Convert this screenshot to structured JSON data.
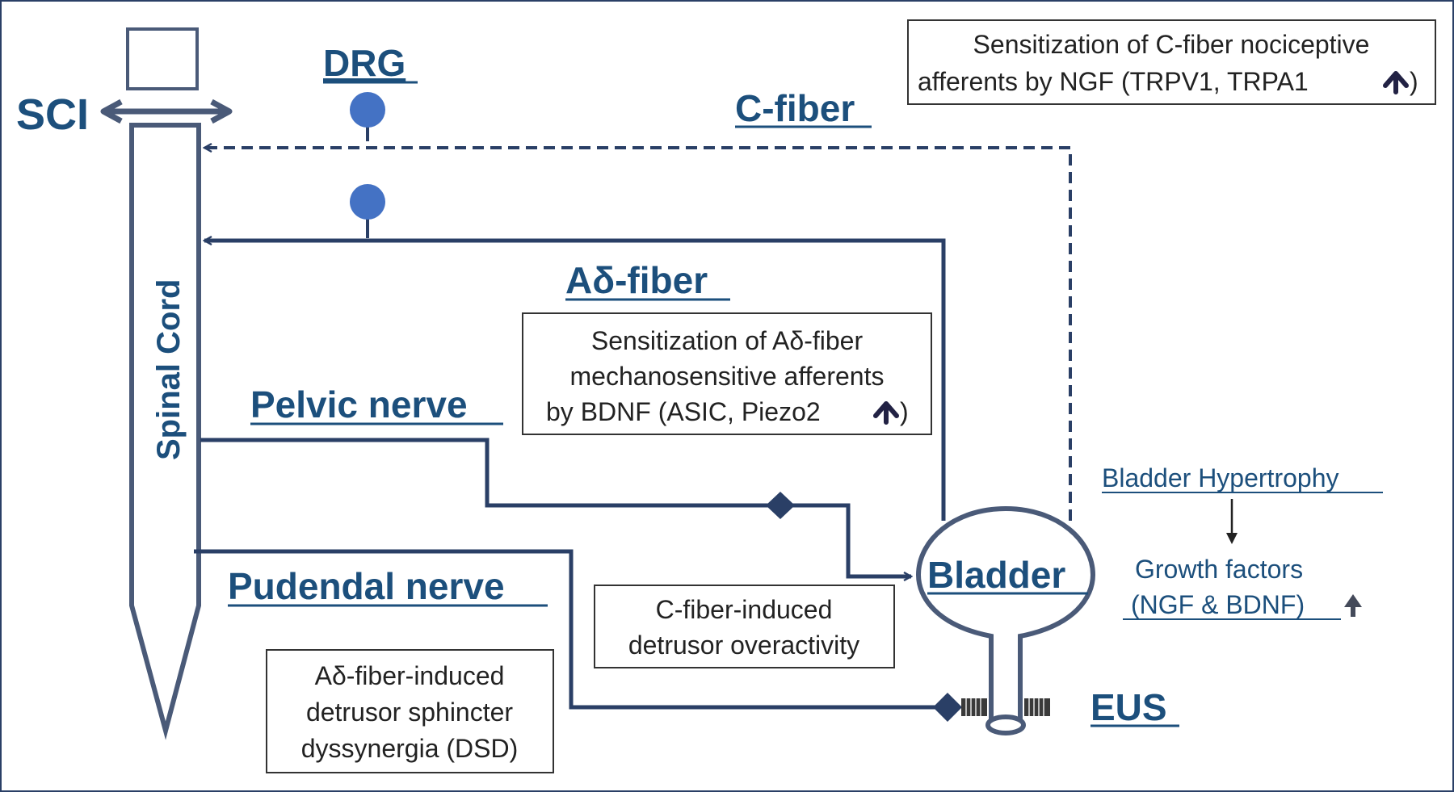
{
  "labels": {
    "sci": "SCI",
    "drg": "DRG",
    "c_fiber": "C-fiber",
    "ad_fiber": "Aδ-fiber",
    "pelvic_nerve": "Pelvic nerve",
    "pudendal_nerve": "Pudendal nerve",
    "bladder": "Bladder",
    "eus": "EUS",
    "spinal_cord": "Spinal Cord"
  },
  "boxes": {
    "c_fiber_sensitization": {
      "line1": "Sensitization of C-fiber nociceptive",
      "line2": "afferents by NGF (TRPV1, TRPA1",
      "line2_end": ")"
    },
    "ad_fiber_sensitization": {
      "line1": "Sensitization of Aδ-fiber",
      "line2": "mechanosensitive afferents",
      "line3": "by BDNF (ASIC, Piezo2",
      "line3_end": ")"
    },
    "do_box": {
      "line1": "C-fiber-induced",
      "line2": "detrusor overactivity"
    },
    "dsd_box": {
      "line1": "Aδ-fiber-induced",
      "line2": "detrusor sphincter",
      "line3": "dyssynergia (DSD)"
    }
  },
  "side": {
    "hypertrophy": "Bladder Hypertrophy",
    "growth1": "Growth factors",
    "growth2": "(NGF & BDNF)"
  },
  "colors": {
    "line": "#2a3f66",
    "label": "#1c4f7c",
    "node": "#4472c4",
    "cord": "#4a5a78"
  }
}
